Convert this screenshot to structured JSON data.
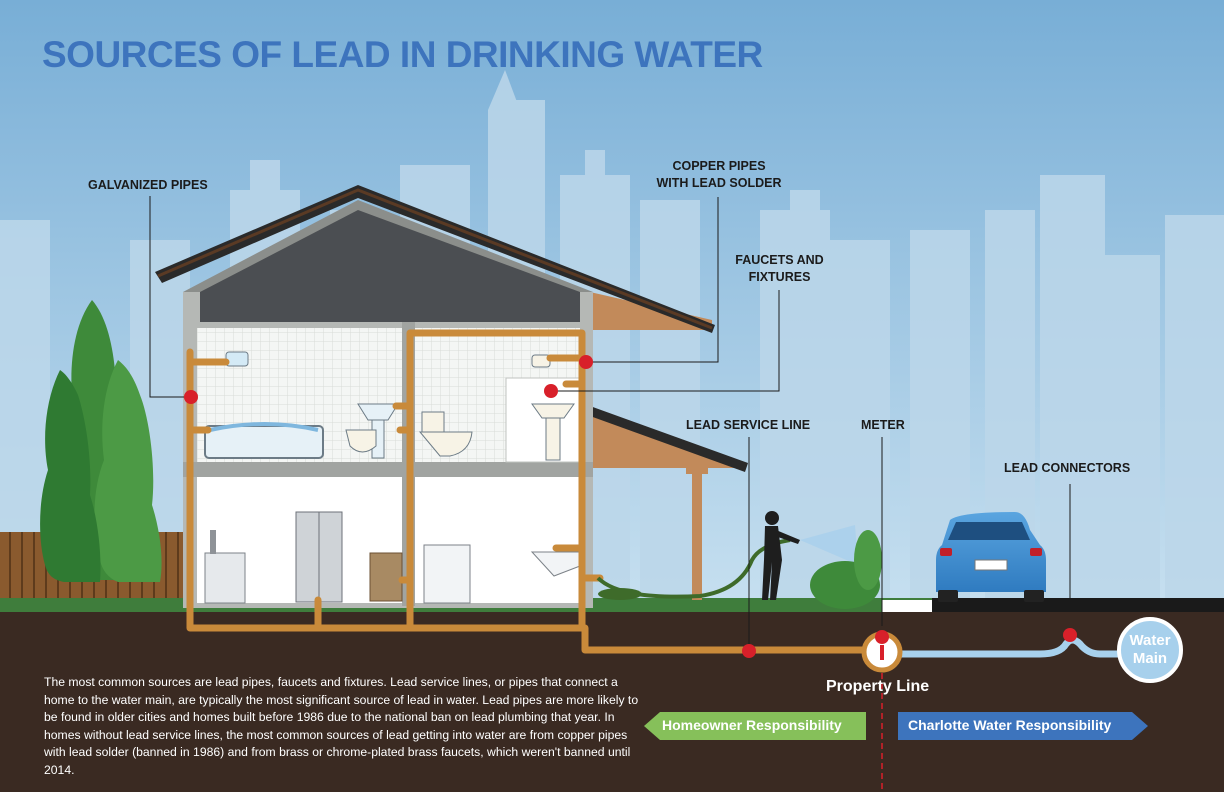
{
  "title": "SOURCES OF LEAD IN DRINKING WATER",
  "callouts": {
    "galvanized": "GALVANIZED PIPES",
    "copper_line1": "COPPER PIPES",
    "copper_line2": "WITH LEAD SOLDER",
    "faucets_line1": "FAUCETS AND",
    "faucets_line2": "FIXTURES",
    "service_line": "LEAD SERVICE LINE",
    "meter": "METER",
    "connectors": "LEAD CONNECTORS"
  },
  "property_line": "Property Line",
  "water_main": {
    "line1": "Water",
    "line2": "Main"
  },
  "responsibility": {
    "homeowner": "Homeowner Responsibility",
    "charlotte": "Charlotte Water Responsibility"
  },
  "body_text": "The most common sources are lead pipes, faucets and fixtures. Lead service lines, or pipes that connect a home to the water main, are typically the most significant source of lead in water. Lead pipes are more likely to be found in older cities and homes built before 1986 due to the national ban on lead plumbing that year. In homes without lead service lines, the most common sources of lead getting into water are from copper pipes with lead solder (banned in 1986) and from brass or chrome-plated brass faucets, which weren't banned until 2014.",
  "colors": {
    "title_blue": "#3d74bd",
    "sky": "#9ec7e2",
    "ground": "#3a2a22",
    "pipe_copper": "#c98a3a",
    "marker_red": "#d8202a",
    "homeowner_green": "#86c05a",
    "charlotte_blue": "#3d74bd",
    "water_main_blue": "#a7d0ec"
  }
}
